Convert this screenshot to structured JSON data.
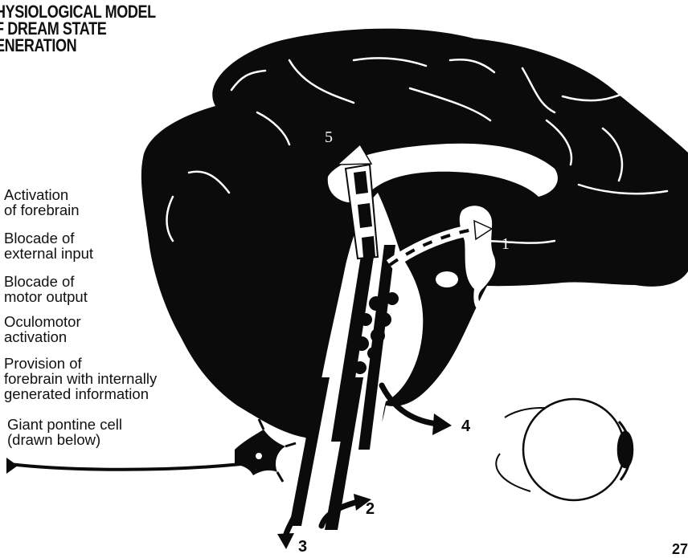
{
  "title": "HYSIOLOGICAL MODEL\nF DREAM STATE\nENERATION",
  "legend": [
    "Activation\nof forebrain",
    "Blocade of\nexternal input",
    "Blocade of\nmotor output",
    "Oculomotor\nactivation",
    "Provision of\nforebrain with internally\ngenerated information",
    "Giant pontine cell\n(drawn below)"
  ],
  "markers": [
    "1",
    "2",
    "3",
    "4",
    "5"
  ],
  "page_number": "27",
  "colors": {
    "ink": "#0b0b0b",
    "paper": "#ffffff"
  },
  "icons": [
    "brain-illustration",
    "eyeball-icon",
    "neuron-icon",
    "arrow-icons"
  ]
}
